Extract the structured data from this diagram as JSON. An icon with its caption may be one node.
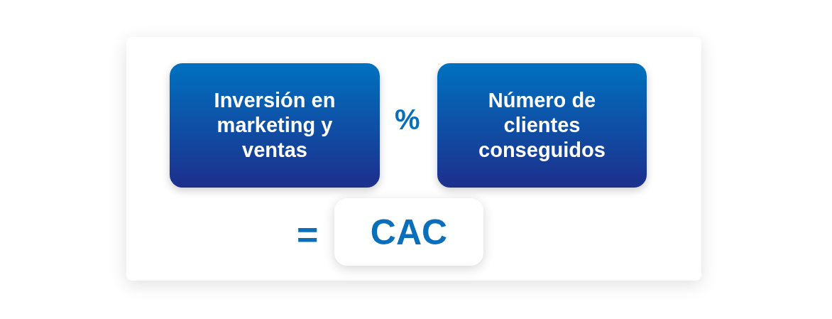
{
  "diagram": {
    "nodes": [
      {
        "text": [
          "Inversión en marketing y ventas"
        ]
      },
      {
        "text": [
          "Número de clientes conseguidos"
        ]
      },
      {
        "text": [
          "CAC"
        ]
      }
    ],
    "labels": [
      "%",
      "="
    ]
  }
}
